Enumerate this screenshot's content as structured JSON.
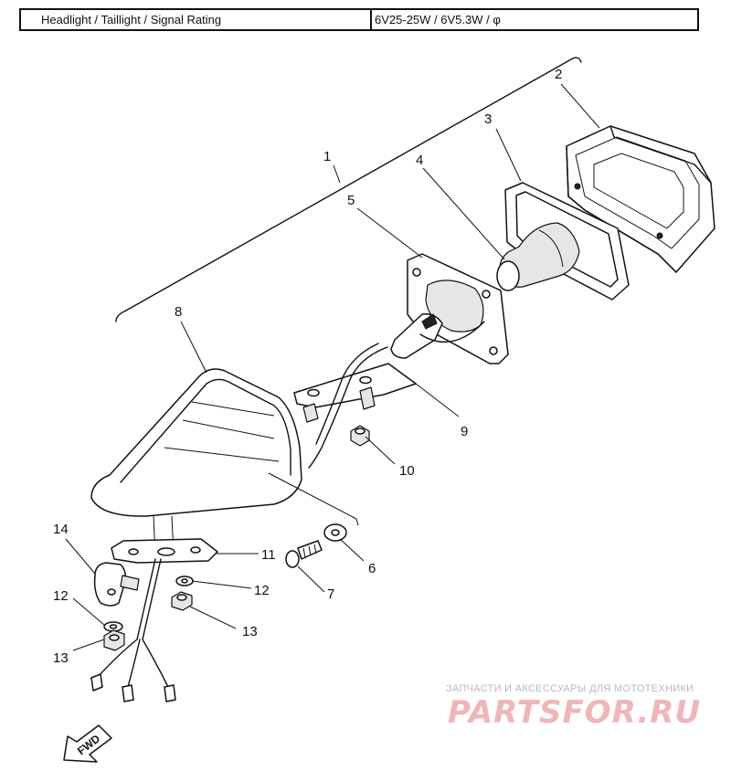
{
  "spec_table": {
    "label": "Headlight / Taillight / Signal Rating",
    "value": "6V25-25W / 6V5.3W / φ"
  },
  "callouts": {
    "c1": "1",
    "c2": "2",
    "c3": "3",
    "c4": "4",
    "c5": "5",
    "c6": "6",
    "c7": "7",
    "c8": "8",
    "c9": "9",
    "c10": "10",
    "c11": "11",
    "c12a": "12",
    "c12b": "12",
    "c13a": "13",
    "c13b": "13",
    "c14": "14"
  },
  "direction_marker": "FWD",
  "watermark": {
    "tagline": "ЗАПЧАСТИ И АКСЕССУАРЫ ДЛЯ МОТОТЕХНИКИ",
    "logo_text": "PARTSFOR.RU"
  }
}
